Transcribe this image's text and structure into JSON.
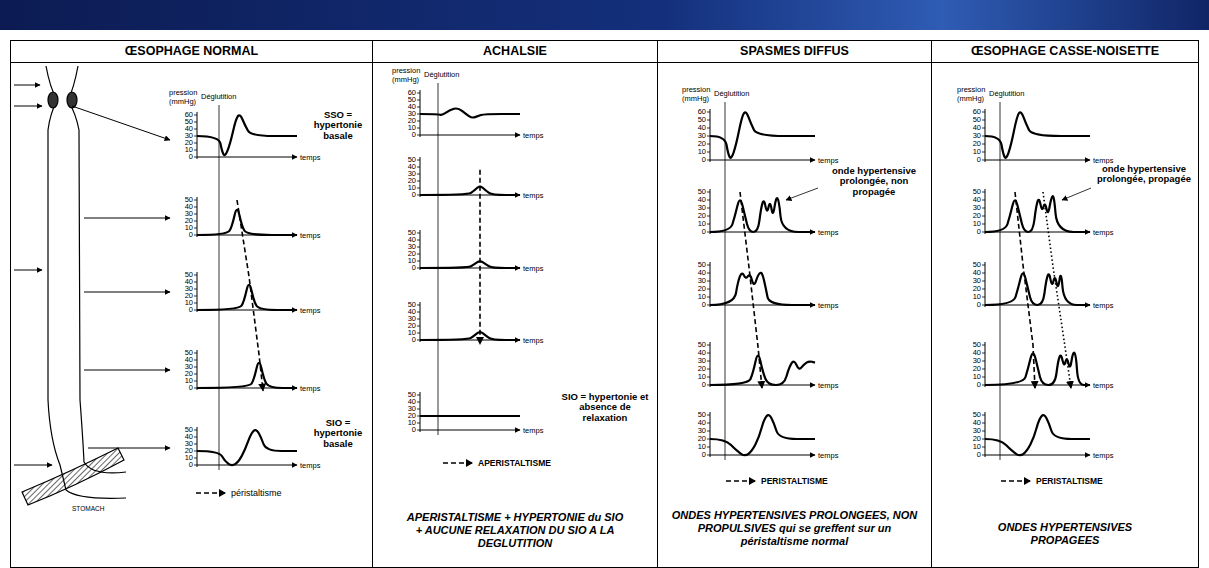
{
  "diagram": {
    "nodes": [
      {
        "text": [
          "ŒSOPHAGE NORMAL"
        ]
      },
      {
        "text": [
          "ACHALSIE",
          "APERISTALTISME + HYPERTONIE du SIO + AUCUNE RELAXATION DU SIO A LA DEGLUTITION"
        ]
      },
      {
        "text": [
          "SPASMES DIFFUS",
          "ONDES HYPERTENSIVES PROLONGEES, NON PROPULSIVES qui se greffent sur un péristaltisme normal"
        ]
      },
      {
        "text": [
          "ŒSOPHAGE CASSE-NOISETTE",
          "ONDES HYPERTENSIVES PROPAGEES"
        ]
      }
    ],
    "labels": [
      "pression (mmHg)",
      "Déglutition",
      "60",
      "50",
      "40",
      "30",
      "20",
      "10",
      "0",
      "temps",
      "50",
      "40",
      "30",
      "20",
      "10",
      "0",
      "temps",
      "50",
      "40",
      "30",
      "20",
      "10",
      "0",
      "temps",
      "50",
      "40",
      "30",
      "20",
      "10",
      "0",
      "temps",
      "50",
      "40",
      "30",
      "20",
      "10",
      "0",
      "temps",
      "SSO = hypertonie basale",
      "SIO = hypertonie basale",
      "STOMACH",
      "pression (mmHg)",
      "Déglutition",
      "60",
      "50",
      "40",
      "30",
      "20",
      "10",
      "0",
      "temps",
      "50",
      "40",
      "30",
      "20",
      "10",
      "0",
      "temps",
      "50",
      "40",
      "30",
      "20",
      "10",
      "0",
      "temps",
      "50",
      "40",
      "30",
      "20",
      "10",
      "0",
      "temps",
      "50",
      "40",
      "30",
      "20",
      "10",
      "0",
      "temps",
      "SIO = hypertonie et absence de relaxation",
      "pression (mmHg)",
      "Déglutition",
      "60",
      "50",
      "40",
      "30",
      "20",
      "10",
      "0",
      "temps",
      "50",
      "40",
      "30",
      "20",
      "10",
      "0",
      "temps",
      "50",
      "40",
      "30",
      "20",
      "10",
      "0",
      "temps",
      "50",
      "40",
      "30",
      "20",
      "10",
      "0",
      "temps",
      "50",
      "40",
      "30",
      "20",
      "10",
      "0",
      "temps",
      "onde hypertensive prolongée, non propagée",
      "pression (mmHg)",
      "Déglutition",
      "60",
      "50",
      "40",
      "30",
      "20",
      "10",
      "0",
      "temps",
      "50",
      "40",
      "30",
      "20",
      "10",
      "0",
      "temps",
      "50",
      "40",
      "30",
      "20",
      "10",
      "0",
      "temps",
      "50",
      "40",
      "30",
      "20",
      "10",
      "0",
      "temps",
      "50",
      "40",
      "30",
      "20",
      "10",
      "0",
      "temps",
      "onde hypertensive prolongée, propagée"
    ],
    "legend": [
      {
        "text": "péristaltisme"
      },
      {
        "text": "APERISTALTISME"
      },
      {
        "text": "PERISTALTISME"
      },
      {
        "text": "PERISTALTISME"
      }
    ]
  }
}
